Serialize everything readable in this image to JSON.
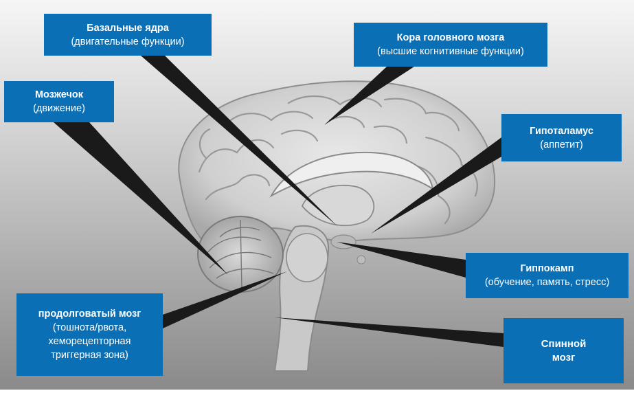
{
  "labels": {
    "basal_ganglia": {
      "title": "Базальные ядра",
      "desc": "(двигательные функции)"
    },
    "cortex": {
      "title": "Кора головного мозга",
      "desc": "(высшие когнитивные функции)"
    },
    "cerebellum": {
      "title": "Мозжечок",
      "desc": "(движение)"
    },
    "hypothalamus": {
      "title": "Гипоталамус",
      "desc": "(аппетит)"
    },
    "hippocampus": {
      "title": "Гиппокамп",
      "desc": "(обучение, память, стресс)"
    },
    "medulla": {
      "title": "продолговатый мозг",
      "desc1": "(тошнота/рвота,",
      "desc2": "хеморецепторная",
      "desc3": "триггерная зона)"
    },
    "spinal_cord": {
      "title1": "Спинной",
      "title2": "мозг"
    }
  },
  "colors": {
    "label_bg": "#0b6fb6",
    "pointer": "#1a1a1a",
    "background_top": "#f4f4f4",
    "background_bottom": "#8c8c8c"
  }
}
